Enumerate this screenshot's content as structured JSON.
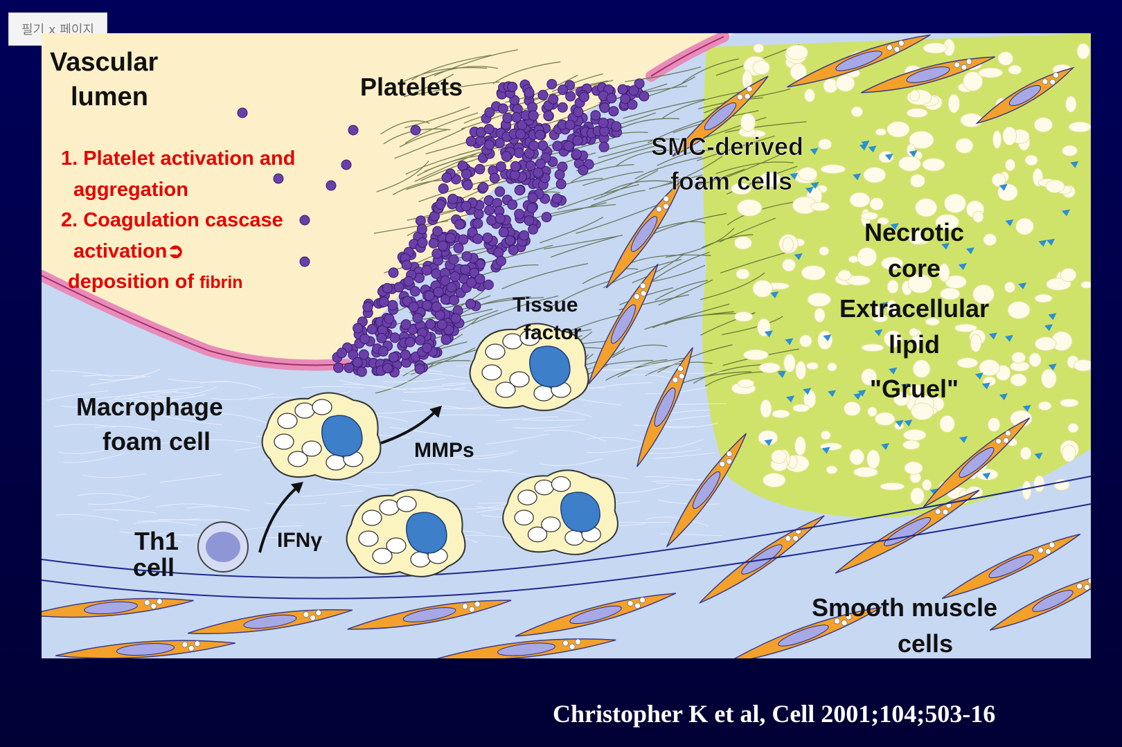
{
  "page_tag": "필기 x 페이지",
  "labels": {
    "vascular_lumen": [
      "Vascular",
      "lumen"
    ],
    "platelets": "Platelets",
    "smc_foam": [
      "SMC-derived",
      "foam cells"
    ],
    "necrotic": [
      "Necrotic",
      "core",
      "Extracellular",
      "lipid",
      "\"Gruel\""
    ],
    "tissue_factor": [
      "Tissue",
      "factor"
    ],
    "macrophage": [
      "Macrophage",
      "foam cell"
    ],
    "mmps": "MMPs",
    "th1": [
      "Th1",
      "cell"
    ],
    "ifn": "IFNγ",
    "smooth_muscle": [
      "Smooth muscle",
      "cells"
    ]
  },
  "steps": {
    "line1": "1. Platelet activation and",
    "line2": "aggregation",
    "line3": "2. Coagulation cascase",
    "line4": "activation",
    "arrow": "➲",
    "line5a": "deposition of ",
    "line5b": "fibrin"
  },
  "caption": "Christopher K et al, Cell 2001;104;503-16",
  "colors": {
    "background": "#00004d",
    "lumen": "#fdf0c8",
    "intima": "#c7d8f3",
    "core": "#cfe36a",
    "platelet": "#6a3fa8",
    "smc": "#f3a12a",
    "annotation": "#e60000"
  }
}
